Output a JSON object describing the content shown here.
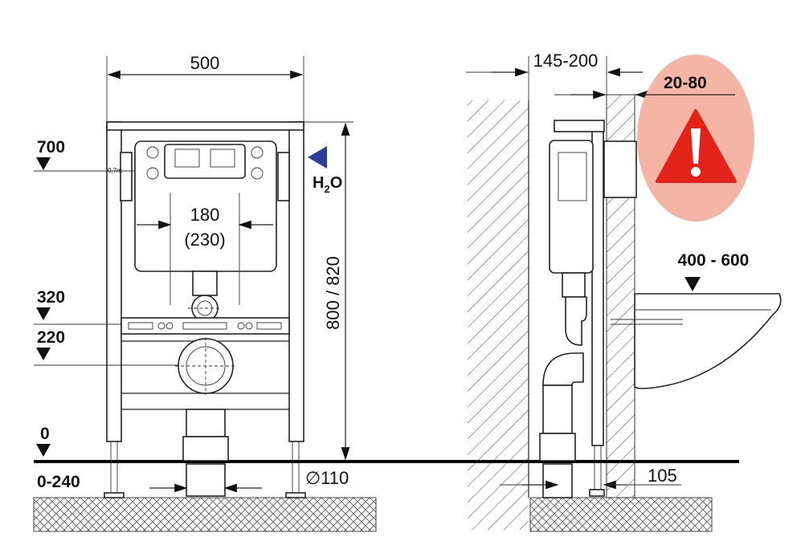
{
  "front_view": {
    "width_label": "500",
    "height_label": "800 / 820",
    "button_spacing_label": "180",
    "button_spacing_alt_label": "(230)",
    "pipe_diameter_label": "∅110",
    "water_label_main": "H",
    "water_label_sub": "2",
    "water_label_end": "O",
    "marker_label": "0,7m",
    "levels": [
      "700",
      "320",
      "220",
      "0",
      "0-240"
    ]
  },
  "side_view": {
    "depth_label": "145-200",
    "wall_thickness_label": "20-80",
    "bowl_height_label": "400 - 600",
    "offset_label": "105"
  },
  "colors": {
    "line": "#222222",
    "warning_bg": "#f4b4a6",
    "warning_red": "#e3231b",
    "water_arrow": "#2b3f99"
  }
}
